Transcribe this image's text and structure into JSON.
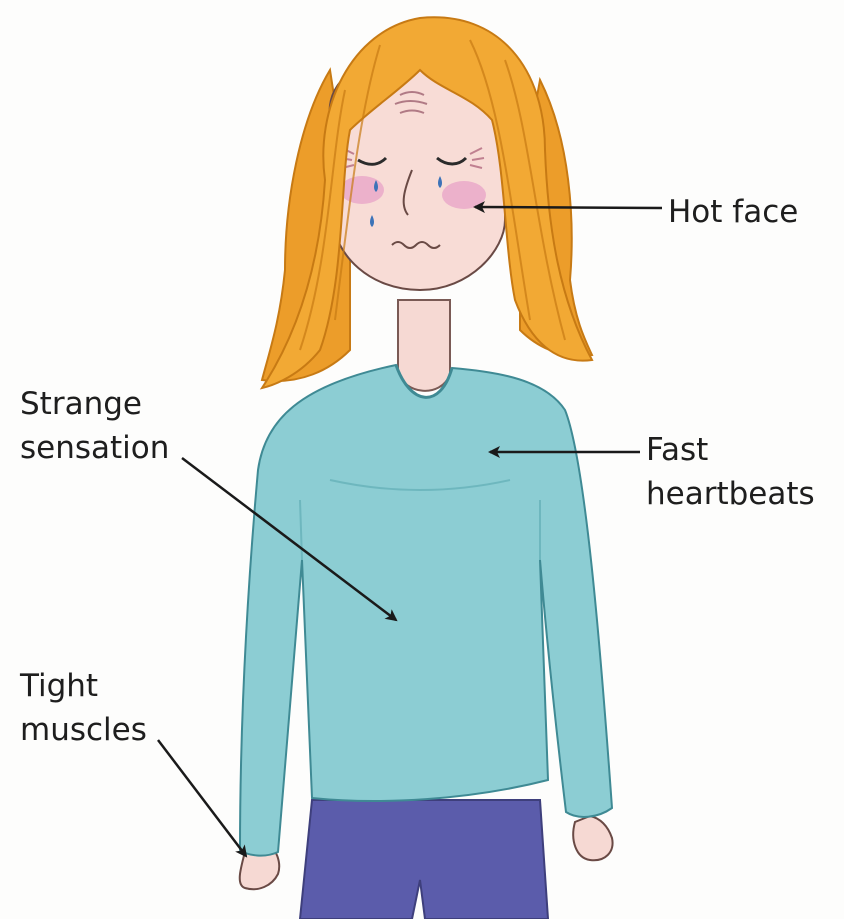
{
  "labels": {
    "hot_face": "Hot face",
    "fast_heartbeats": [
      "Fast",
      "heartbeats"
    ],
    "strange_sensation": [
      "Strange",
      "sensation"
    ],
    "tight_muscles": [
      "Tight",
      "muscles"
    ]
  },
  "colors": {
    "hair": "#f0a830",
    "skin": "#f8dcd6",
    "sweater": "#8fcfd4",
    "trousers": "#5a5aa8",
    "arrow": "#1a1a1a"
  }
}
